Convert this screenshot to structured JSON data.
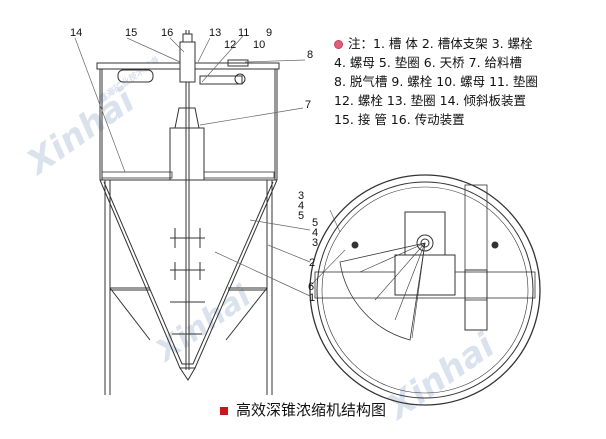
{
  "part_labels": [
    "1",
    "2",
    "3",
    "4",
    "5",
    "6",
    "7",
    "8",
    "9",
    "10",
    "11",
    "12",
    "13",
    "14",
    "15",
    "16"
  ],
  "notes": {
    "lines": [
      "注：1. 槽 体 2. 槽体支架 3. 螺栓",
      "4. 螺母 5. 垫圈 6. 天桥 7. 给料槽",
      "8. 脱气槽 9. 螺栓 10. 螺母 11. 垫圈",
      "12. 螺栓 13. 垫圈 14. 倾斜板装置",
      "15. 接 管 16. 传动装置"
    ],
    "bullet_color": "#e0607a"
  },
  "caption": {
    "text": "高效深锥浓缩机结构图",
    "marker_color": "#c8161d"
  },
  "watermark": {
    "brand": "Xinhai",
    "cn": "鑫海矿业技术装备",
    "en": "MINERAL PROCESSING EPC"
  }
}
